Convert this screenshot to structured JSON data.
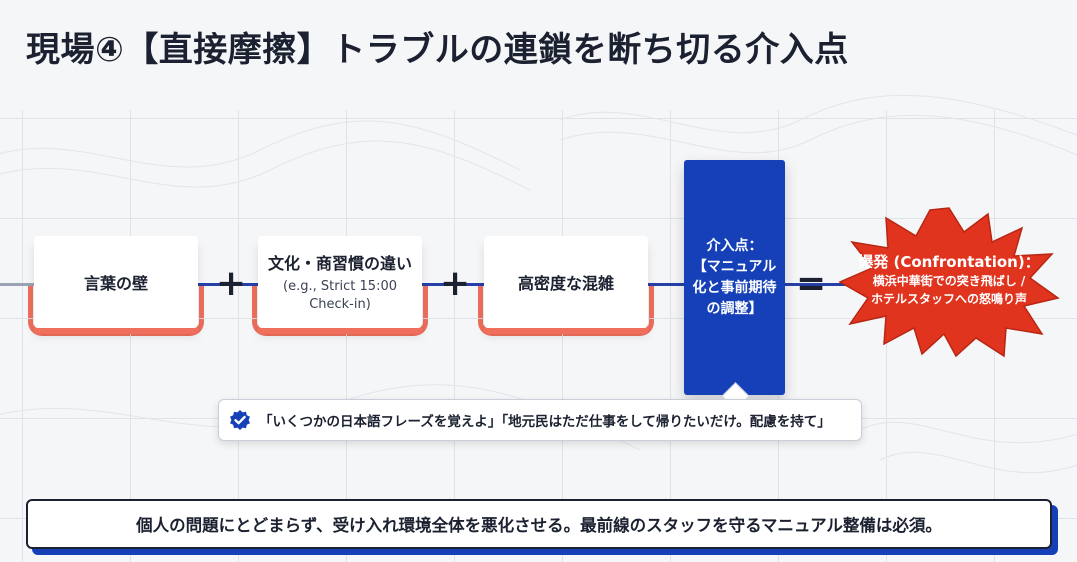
{
  "title": "現場④【直接摩擦】トラブルの連鎖を断ち切る介入点",
  "factors": [
    {
      "label": "言葉の壁",
      "sub": ""
    },
    {
      "label": "文化・商習慣の違い",
      "sub": "(e.g., Strict 15:00 Check-in)"
    },
    {
      "label": "高密度な混雑",
      "sub": ""
    }
  ],
  "operators": {
    "plus": "+",
    "equals": "="
  },
  "intervention": {
    "label": "介入点：\n【マニュアル化と事前期待の調整】"
  },
  "result": {
    "title": "爆発 (Confrontation)：",
    "sub_line1": "横浜中華街での突き飛ばし /",
    "sub_line2": "ホテルスタッフへの怒鳴り声"
  },
  "callout": {
    "icon": "verified-check-icon",
    "text": "「いくつかの日本語フレーズを覚えよ」「地元民はただ仕事をして帰りたいだけ。配慮を持て」"
  },
  "footer": {
    "text": "個人の問題にとどまらず、受け入れ環境全体を悪化させる。最前線のスタッフを守るマニュアル整備は必須。"
  },
  "colors": {
    "accent_blue": "#1540b8",
    "accent_coral": "#ef6e5c",
    "burst_red": "#e0341f",
    "text_dark": "#1b2130"
  }
}
